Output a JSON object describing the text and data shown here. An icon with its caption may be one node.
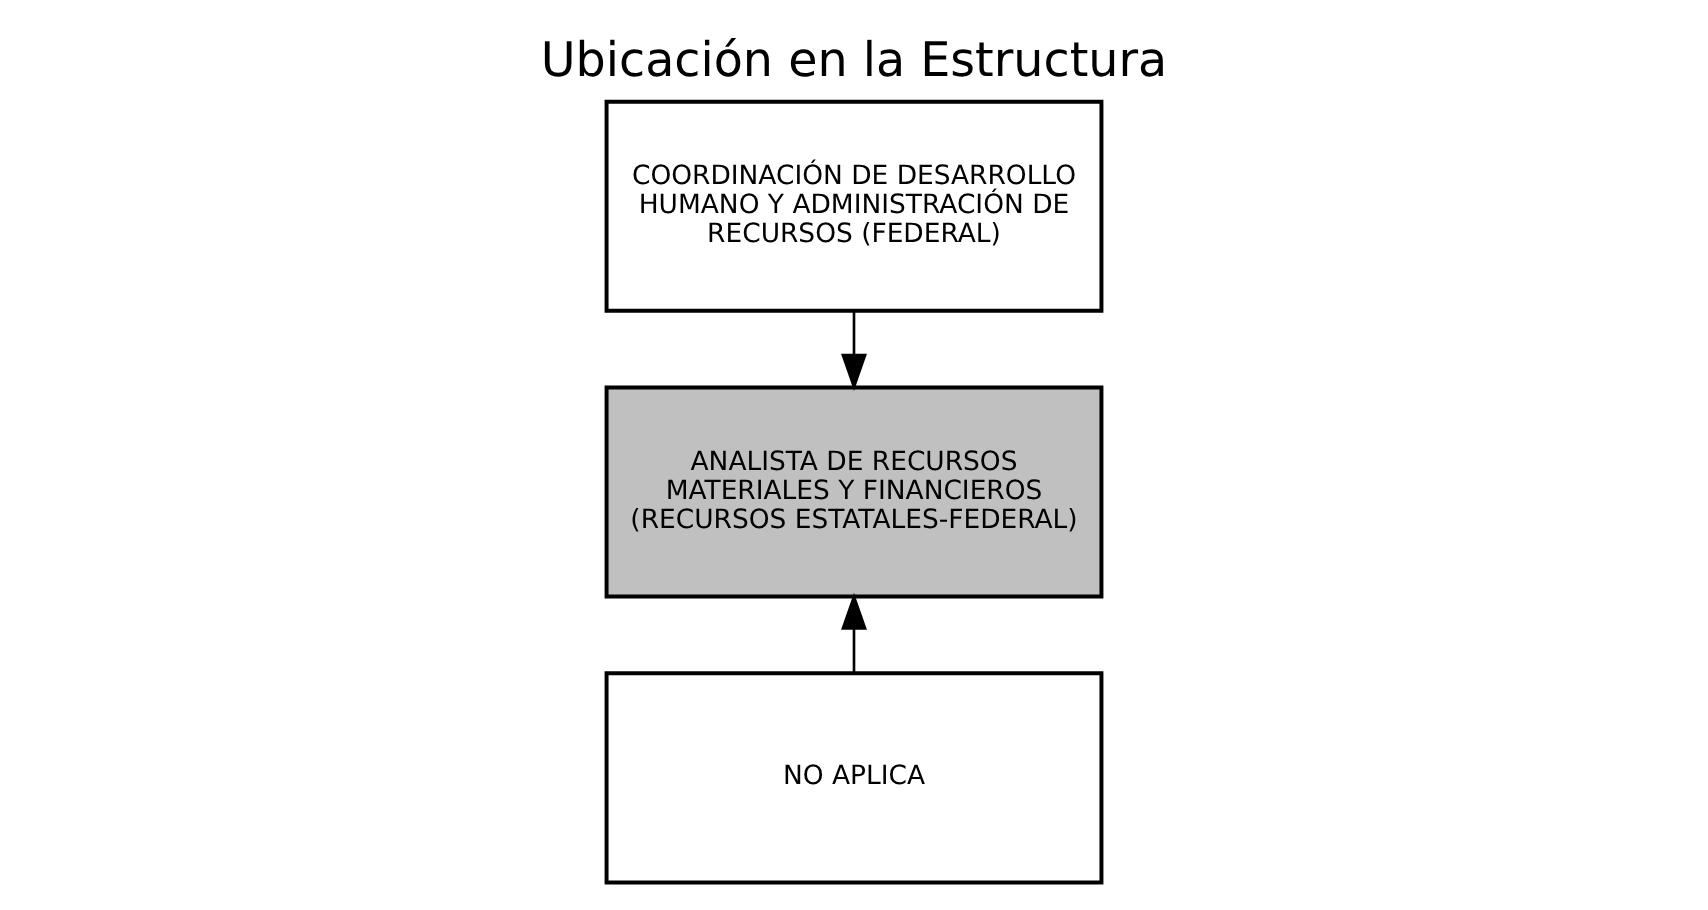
{
  "diagram": {
    "title": "Ubicación en la Estructura",
    "nodes": [
      {
        "text": [
          "COORDINACIÓN DE DESARROLLO HUMANO Y ADMINISTRACIÓN DE RECURSOS (FEDERAL)"
        ]
      },
      {
        "text": [
          "ANALISTA DE RECURSOS MATERIALES Y FINANCIEROS (RECURSOS ESTATALES-FEDERAL)"
        ]
      },
      {
        "text": [
          "NO APLICA"
        ]
      }
    ],
    "edges": [
      {
        "from": 0,
        "to": 1,
        "arrow": "to"
      },
      {
        "from": 2,
        "to": 1,
        "arrow": "to"
      }
    ]
  }
}
